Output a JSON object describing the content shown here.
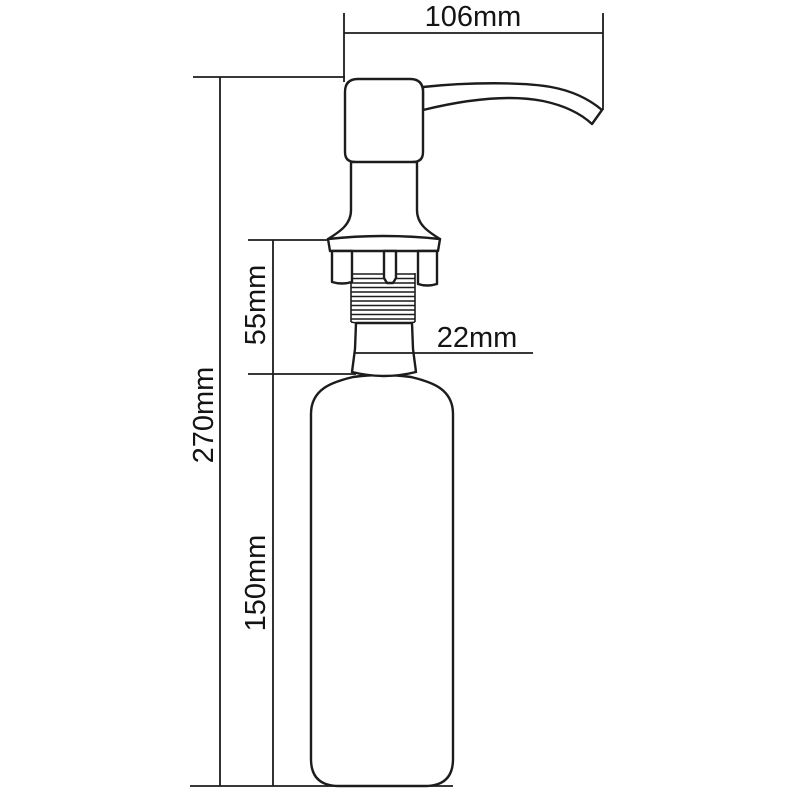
{
  "drawing": {
    "type": "technical-dimension-drawing",
    "subject": "deck-mounted soap dispenser side view",
    "unit": "mm",
    "line_color": "#1c1c1c",
    "background_color": "#ffffff",
    "dimensions": {
      "spout_reach": {
        "label": "106mm",
        "value": 106,
        "orientation": "horizontal",
        "measures": "width across pump head and spout"
      },
      "overall_height": {
        "label": "270mm",
        "value": 270,
        "orientation": "vertical",
        "measures": "total height from pump top to bottle bottom"
      },
      "pump_under_counter_height": {
        "label": "55mm",
        "value": 55,
        "orientation": "vertical",
        "measures": "flange to bottle shoulder section"
      },
      "neck_diameter": {
        "label": "22mm",
        "value": 22,
        "orientation": "horizontal",
        "measures": "bottle neck diameter"
      },
      "bottle_height": {
        "label": "150mm",
        "value": 150,
        "orientation": "vertical",
        "measures": "bottle shoulder to bottom"
      }
    }
  }
}
